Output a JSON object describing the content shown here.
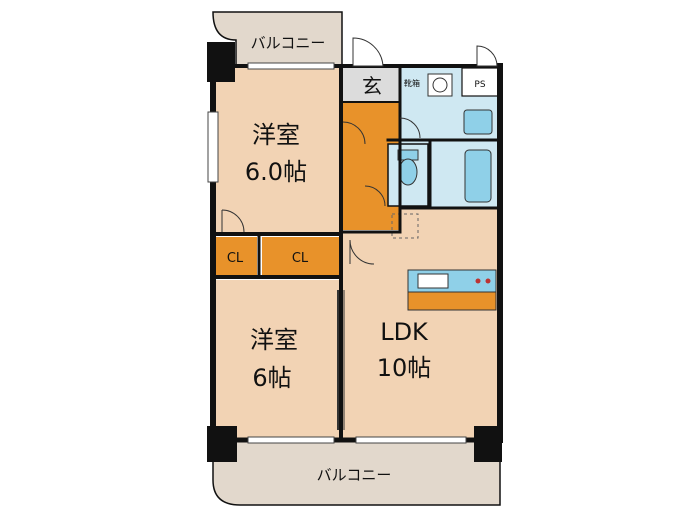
{
  "colors": {
    "room": "#f2d3b4",
    "hall": "#e8922a",
    "closet": "#e8922a",
    "balcony": "#e2d8cc",
    "entry": "#dcdcdc",
    "wet": "#cfe8f2",
    "fixture": "#8fd0e8",
    "wall": "#111111",
    "kitchen_counter": "#e8922a"
  },
  "labels": {
    "balcony_top": "バルコニー",
    "balcony_bottom": "バルコニー",
    "entrance": "玄",
    "shoe_box": "靴箱",
    "pipe_space": "PS",
    "room1_name": "洋室",
    "room1_size": "6.0帖",
    "room2_name": "洋室",
    "room2_size": "6帖",
    "closet1": "CL",
    "closet2": "CL",
    "ldk_name": "LDK",
    "ldk_size": "10帖"
  }
}
